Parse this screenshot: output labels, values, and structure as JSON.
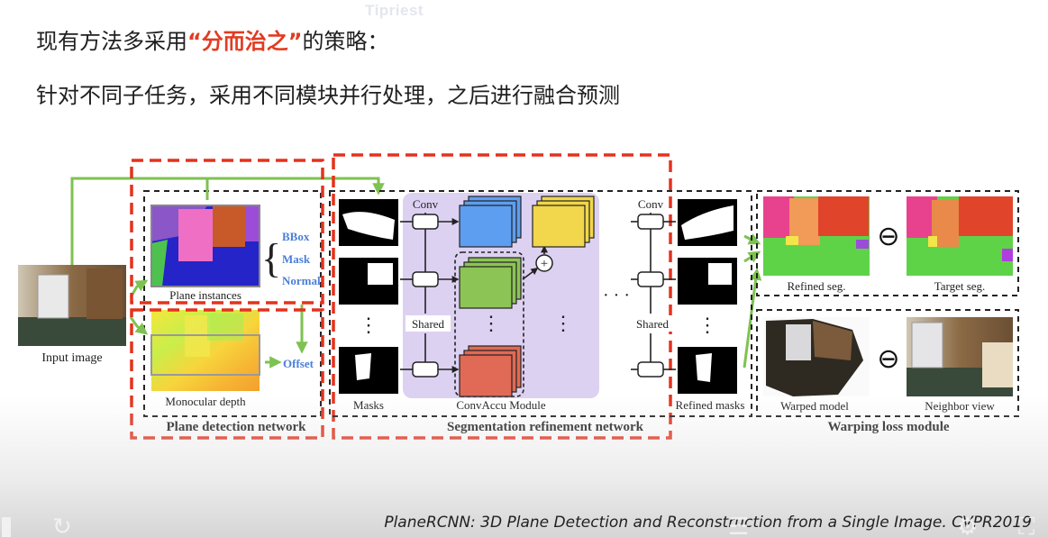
{
  "watermark": "Tipriest",
  "heading": {
    "line1_prefix": "现有方法多采用",
    "line1_highlight": "“分而治之”",
    "line1_suffix": "的策略：",
    "line2": "针对不同子任务，采用不同模块并行处理，之后进行融合预测"
  },
  "figure": {
    "input_label": "Input image",
    "plane_instances_label": "Plane instances",
    "bbox_label": "BBox",
    "mask_label": "Mask",
    "normal_label": "Normal",
    "offset_label": "Offset",
    "mono_depth_label": "Monocular depth",
    "plane_detection_title": "Plane detection network",
    "conv_label": "Conv",
    "shared_label": "Shared",
    "masks_label": "Masks",
    "convaccu_label": "ConvAccu Module",
    "seg_refine_title": "Segmentation refinement network",
    "refined_masks_label": "Refined masks",
    "refined_seg_label": "Refined seg.",
    "target_seg_label": "Target seg.",
    "warped_model_label": "Warped model",
    "neighbor_view_label": "Neighbor view",
    "warping_title": "Warping loss module",
    "vdots": "⋮",
    "hdots": "· · ·",
    "minus_symbol": "⊖",
    "plus_symbol": "+"
  },
  "citation": "PlaneRCNN: 3D Plane Detection and Reconstruction from a Single Image. CVPR2019",
  "colors": {
    "highlight": "#e23b22",
    "red_dash": "#e4321d",
    "green_arrow": "#7ec251",
    "blue_label": "#4a7fd9",
    "module_bg": "#ddd1f2"
  }
}
